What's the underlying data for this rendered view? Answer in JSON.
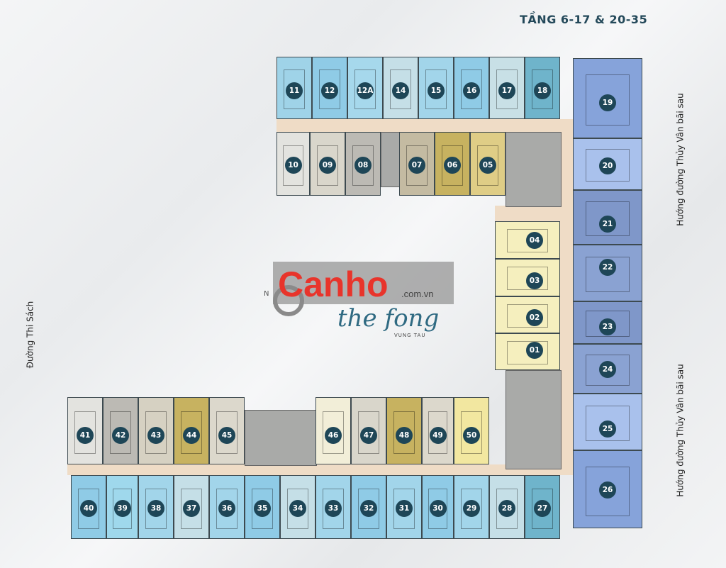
{
  "title": "TẦNG 6-17 & 20-35",
  "roads": {
    "left": "Đường Thi Sách",
    "right_top": "Hướng đường Thủy Vân bãi sau",
    "right_bottom": "Hướng đường Thủy Vân bãi sau"
  },
  "logo": {
    "name": "the fong",
    "sub": "VUNG TAU",
    "compass": "N"
  },
  "watermark": {
    "brand": "Canho",
    "domain": ".com.vn"
  },
  "colors": {
    "badge": "#1e4657",
    "corridor": "#efdcc6",
    "core": "#a9aaa8"
  },
  "units": [
    {
      "label": "11",
      "color": "#9fd3e8"
    },
    {
      "label": "12",
      "color": "#8fcbe6"
    },
    {
      "label": "12A",
      "color": "#a6d8ec"
    },
    {
      "label": "14",
      "color": "#c5dfe7"
    },
    {
      "label": "15",
      "color": "#a2d5ea"
    },
    {
      "label": "16",
      "color": "#8fcbe6"
    },
    {
      "label": "17",
      "color": "#c8e0e6"
    },
    {
      "label": "18",
      "color": "#6fb4cb"
    },
    {
      "label": "10",
      "color": "#e3e3df"
    },
    {
      "label": "09",
      "color": "#d9d6cb"
    },
    {
      "label": "08",
      "color": "#bcbab4"
    },
    {
      "label": "07",
      "color": "#c4bba2"
    },
    {
      "label": "06",
      "color": "#c7b260"
    },
    {
      "label": "05",
      "color": "#dfcd86"
    },
    {
      "label": "04",
      "color": "#f5efbe"
    },
    {
      "label": "03",
      "color": "#f5efbe"
    },
    {
      "label": "02",
      "color": "#f5efbe"
    },
    {
      "label": "01",
      "color": "#f5efbe"
    },
    {
      "label": "19",
      "color": "#86a3da"
    },
    {
      "label": "20",
      "color": "#a9c1ec"
    },
    {
      "label": "21",
      "color": "#7f97c9"
    },
    {
      "label": "22",
      "color": "#8aa2d2"
    },
    {
      "label": "23",
      "color": "#7f97c9"
    },
    {
      "label": "24",
      "color": "#8aa2d2"
    },
    {
      "label": "25",
      "color": "#a9c1ec"
    },
    {
      "label": "26",
      "color": "#86a3da"
    },
    {
      "label": "41",
      "color": "#e3e3df"
    },
    {
      "label": "42",
      "color": "#bcbab4"
    },
    {
      "label": "43",
      "color": "#d6d1c2"
    },
    {
      "label": "44",
      "color": "#c7b260"
    },
    {
      "label": "45",
      "color": "#dcd8cc"
    },
    {
      "label": "46",
      "color": "#f2eed8"
    },
    {
      "label": "47",
      "color": "#d9d6cb"
    },
    {
      "label": "48",
      "color": "#c7b260"
    },
    {
      "label": "49",
      "color": "#dcd8cc"
    },
    {
      "label": "50",
      "color": "#f2e7a0"
    },
    {
      "label": "40",
      "color": "#8fcbe6"
    },
    {
      "label": "39",
      "color": "#9fd8ec"
    },
    {
      "label": "38",
      "color": "#a2d5ea"
    },
    {
      "label": "37",
      "color": "#c5dfe7"
    },
    {
      "label": "36",
      "color": "#a2d5ea"
    },
    {
      "label": "35",
      "color": "#8fcbe6"
    },
    {
      "label": "34",
      "color": "#c5dfe7"
    },
    {
      "label": "33",
      "color": "#a2d5ea"
    },
    {
      "label": "32",
      "color": "#8fcbe6"
    },
    {
      "label": "31",
      "color": "#a2d5ea"
    },
    {
      "label": "30",
      "color": "#8fcbe6"
    },
    {
      "label": "29",
      "color": "#a2d5ea"
    },
    {
      "label": "28",
      "color": "#c5dfe7"
    },
    {
      "label": "27",
      "color": "#6fb4cb"
    }
  ]
}
